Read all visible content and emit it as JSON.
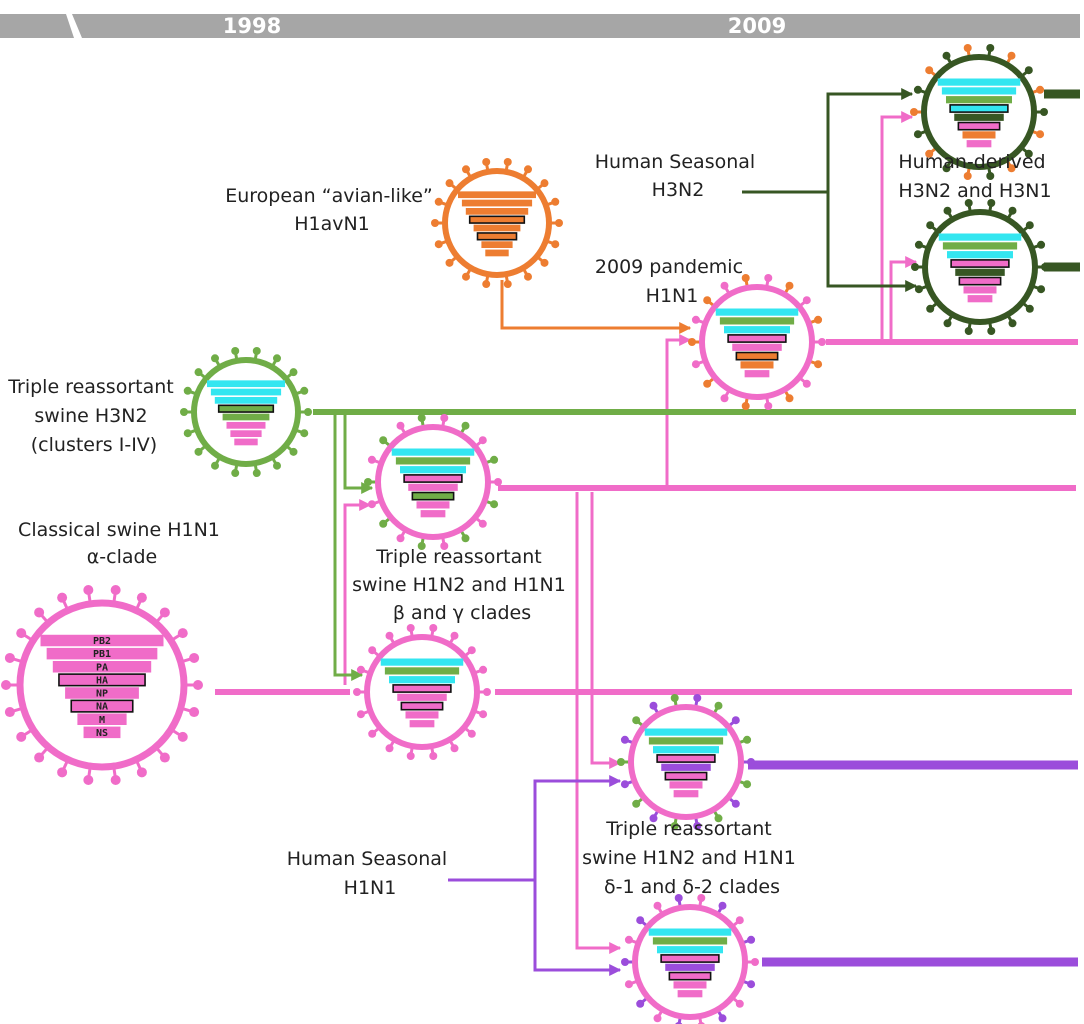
{
  "timeline": {
    "year_1998": "1998",
    "year_2009": "2009"
  },
  "labels": {
    "classical": [
      "Classical swine H1N1",
      "α-clade"
    ],
    "triple_h3n2": [
      "Triple reassortant",
      "swine H3N2",
      "(clusters I-IV)"
    ],
    "european": [
      "European “avian-like”",
      "H1avN1"
    ],
    "human_h3n2": [
      "Human Seasonal",
      "H3N2"
    ],
    "human_derived": [
      "Human-derived",
      "H3N2 and H3N1"
    ],
    "pandemic": [
      "2009 pandemic",
      "H1N1"
    ],
    "beta_gamma": [
      "Triple reassortant",
      "swine H1N2 and H1N1",
      "β and γ clades"
    ],
    "delta": [
      "Triple reassortant",
      "swine H1N2 and H1N1",
      "δ-1 and δ-2 clades"
    ],
    "human_h1n1": [
      "Human Seasonal",
      "H1N1"
    ]
  },
  "segments": [
    "PB2",
    "PB1",
    "PA",
    "HA",
    "NP",
    "NA",
    "M",
    "NS"
  ],
  "colors": {
    "pink": "#f06cc8",
    "green": "#70ad47",
    "dark_green": "#375623",
    "orange": "#ed7d31",
    "purple": "#9b4ddb",
    "cyan": "#33e6f0",
    "gray": "#a6a6a6"
  }
}
